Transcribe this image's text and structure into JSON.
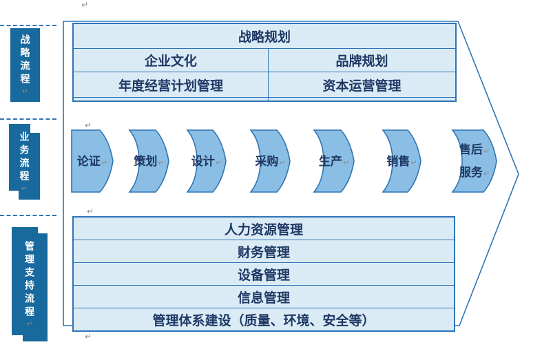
{
  "colors": {
    "line": "#2E74B5",
    "navy": "#1F3864",
    "cell": "#DAEBF6",
    "chev": "#8ABEE4",
    "bar": "#17699E",
    "mark": "#8F8A82",
    "bg": "#FFFFFF"
  },
  "pilcrow": "↵",
  "side_labels": [
    {
      "label": "战略流程"
    },
    {
      "label": "业务流程"
    },
    {
      "label": "管理支持流程"
    }
  ],
  "strategy_section": {
    "header": "战略规划",
    "rows": [
      [
        "企业文化",
        "品牌规划"
      ],
      [
        "年度经营计划管理",
        "资本运营管理"
      ]
    ]
  },
  "process_steps": [
    {
      "label": "论证"
    },
    {
      "label": "策划"
    },
    {
      "label": "设计"
    },
    {
      "label": "采购"
    },
    {
      "label": "生产"
    },
    {
      "label": "销售"
    },
    {
      "label": "售后",
      "label2": "服务"
    }
  ],
  "support_rows": [
    "人力资源管理",
    "财务管理",
    "设备管理",
    "信息管理",
    "管理体系建设（质量、环境、安全等）"
  ]
}
